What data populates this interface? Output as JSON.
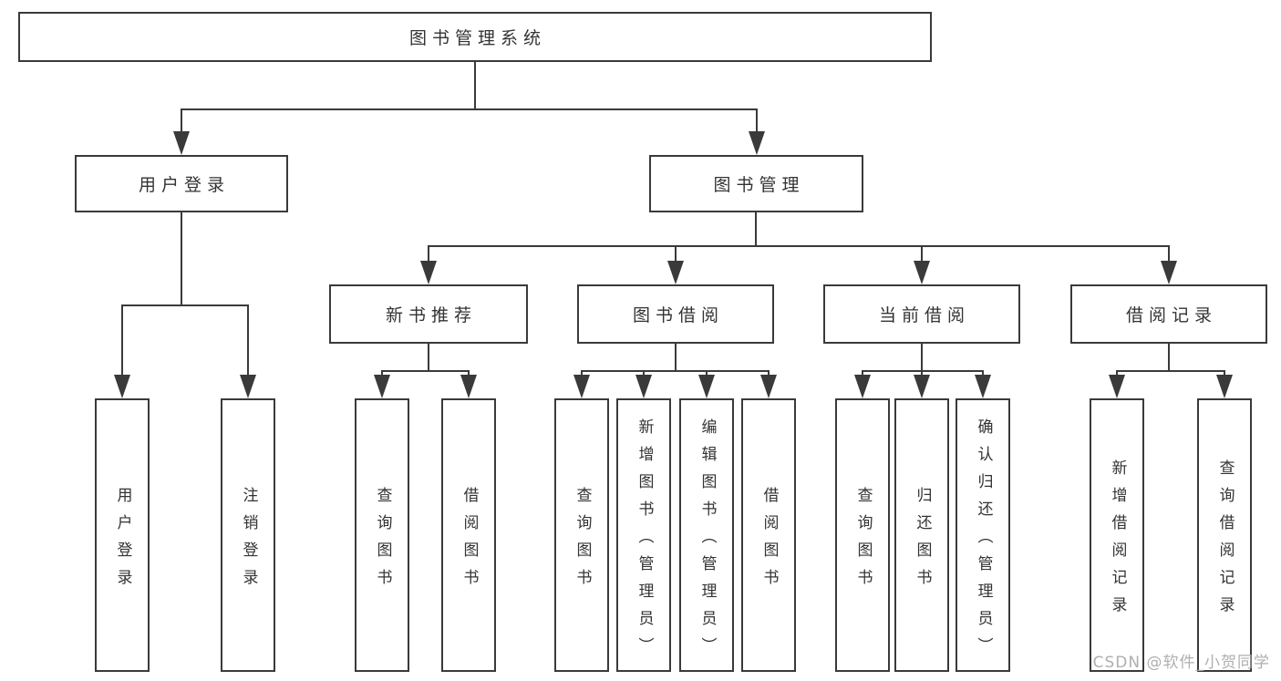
{
  "diagram": {
    "root": {
      "label": "图书管理系统"
    },
    "user_login": {
      "label": "用户登录",
      "children": {
        "login": "用户登录",
        "logout": "注销登录"
      }
    },
    "book_mgmt": {
      "label": "图书管理",
      "sections": {
        "new_book": {
          "label": "新书推荐",
          "children": {
            "query": "查询图书",
            "borrow": "借阅图书"
          }
        },
        "book_borrow": {
          "label": "图书借阅",
          "children": {
            "query": "查询图书",
            "add": "新增图书（管理员）",
            "edit": "编辑图书（管理员）",
            "borrow": "借阅图书"
          }
        },
        "current_borrow": {
          "label": "当前借阅",
          "children": {
            "query": "查询图书",
            "return": "归还图书",
            "confirm": "确认归还（管理员）"
          }
        },
        "borrow_record": {
          "label": "借阅记录",
          "children": {
            "add": "新增借阅记录",
            "query": "查询借阅记录"
          }
        }
      }
    }
  },
  "watermark": {
    "text": "CSDN @软件_小贺同学"
  },
  "colors": {
    "line": "#3a3a3a",
    "text": "#333333",
    "watermark": "#ababab",
    "background": "#ffffff"
  }
}
